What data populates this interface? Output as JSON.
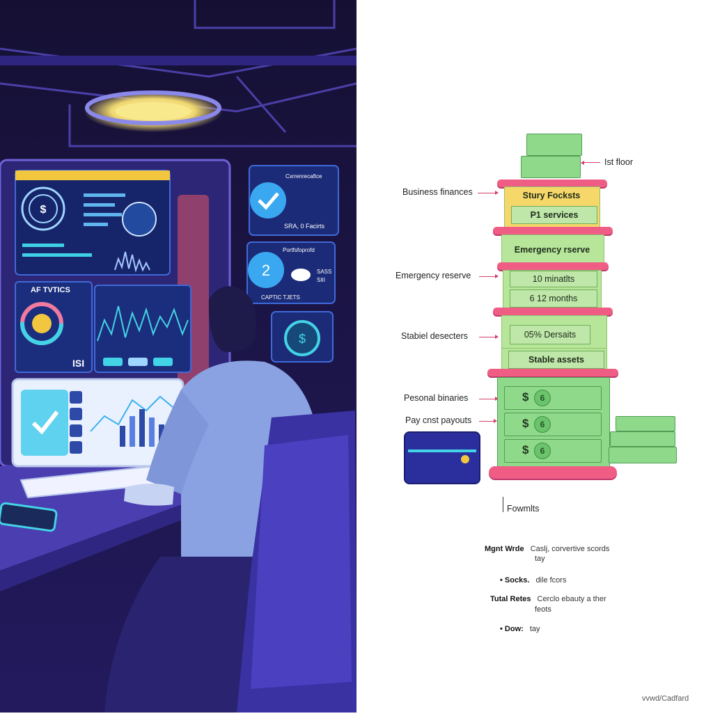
{
  "scene": {
    "top_dashboard": {
      "code": "$"
    },
    "analytics_panel": {
      "title": "AF TVTICS",
      "value": "ISI"
    },
    "side_card_1": {
      "title": "Cxrrenrecaftce",
      "subtitle": "SRA, 0 Facirts"
    },
    "side_card_2": {
      "number": "2",
      "title": "Portfsfoprofd",
      "line1": "SASS",
      "line2": "SIII",
      "subtitle": "CAPTIC TJETS"
    },
    "coin_icon": {
      "symbol": "$"
    }
  },
  "infographic": {
    "labels": {
      "first_floor": "Ist floor",
      "business_finances": "Business finances",
      "emergency_reserve": "Emergency reserve",
      "stable_desecters": "Stabiel desecters",
      "personal_binaries": "Pesonal binaries",
      "pay_payouts": "Pay cnst payouts",
      "footer_label": "Fowmlts"
    },
    "tiers": {
      "top_title": "Stury Focksts",
      "top_bill": "P1 services",
      "emergency_title": "Emergency rserve",
      "months_1": "10 minatlts",
      "months_2": "6 12 months",
      "deposit": "05% Dersaits",
      "stable": "Stable assets"
    },
    "cash_rows": [
      "$",
      "$",
      "$"
    ],
    "cash_marks": [
      "6",
      "6",
      "6"
    ],
    "legend": [
      {
        "key": "Mgnt Wrde",
        "value": "Caslj, corvertive scords",
        "value2": "tay"
      },
      {
        "key": "• Socks.",
        "value": "dile fcors",
        "value2": ""
      },
      {
        "key": "Tutal Retes",
        "value": "Cerclo ebauty a ther",
        "value2": "feots"
      },
      {
        "key": "• Dow:",
        "value": "tay",
        "value2": ""
      }
    ],
    "signature": "vvwd/Cadfard"
  },
  "colors": {
    "scene_bg": "#1d1650",
    "scene_purple": "#5a46c9",
    "screen_cyan": "#42d3e6",
    "disc_pink": "#ef5d84",
    "tier_yellow": "#f6d76a",
    "tier_green": "#b7e69a",
    "cash_green": "#8fd98a",
    "wallet_blue": "#2b2f9e"
  }
}
